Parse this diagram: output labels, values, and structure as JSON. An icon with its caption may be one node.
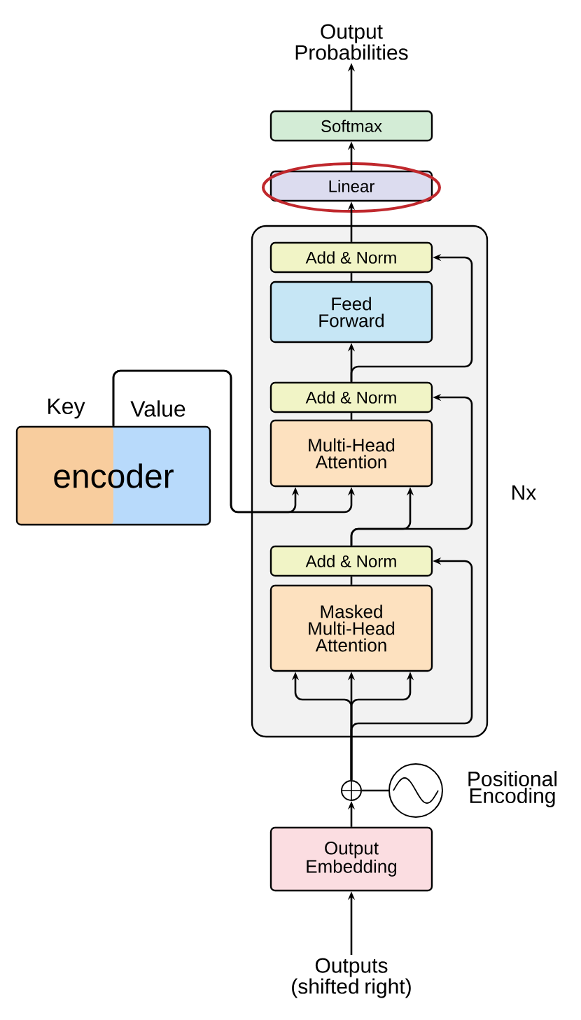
{
  "diagram": {
    "nodes": [
      {
        "text": [
          "Output Probabilities"
        ]
      },
      {
        "text": [
          "Softmax"
        ]
      },
      {
        "text": [
          "Linear"
        ]
      },
      {
        "text": [],
        "shape": "box",
        "beside": [
          "Nx"
        ]
      },
      {
        "text": [
          "Add & Norm"
        ],
        "in": 3
      },
      {
        "text": [
          "Feed Forward"
        ],
        "in": 3
      },
      {
        "text": [
          "Add & Norm"
        ],
        "in": 3
      },
      {
        "text": [
          "Multi-Head Attention"
        ],
        "in": 3
      },
      {
        "text": [
          "Add & Norm"
        ],
        "in": 3
      },
      {
        "text": [
          "Masked Multi-Head Attention"
        ],
        "in": 3
      },
      {
        "text": [
          "encoder"
        ],
        "beside": [
          "Key",
          "Value"
        ]
      },
      {
        "text": [],
        "shape": "circle"
      },
      {
        "text": [],
        "shape": "circle",
        "beside": [
          "Positional Encoding"
        ]
      },
      {
        "text": [
          "Output Embedding"
        ]
      },
      {
        "text": [
          "Outputs (shifted right)"
        ]
      }
    ],
    "edges": [
      {
        "from": 14,
        "to": 13,
        "arrow": "to"
      },
      {
        "from": 13,
        "to": 11,
        "arrow": "to"
      },
      {
        "from": 12,
        "to": 11,
        "arrow": "none"
      },
      {
        "from": 11,
        "to": 9,
        "arrow": "to"
      },
      {
        "from": 11,
        "to": 9,
        "arrow": "to"
      },
      {
        "from": 11,
        "to": 9,
        "arrow": "to"
      },
      {
        "from": 11,
        "to": 8,
        "arrow": "to"
      },
      {
        "from": 9,
        "to": 8,
        "arrow": "none"
      },
      {
        "from": 8,
        "to": 7,
        "arrow": "to"
      },
      {
        "from": 8,
        "to": 6,
        "arrow": "to"
      },
      {
        "from": 10,
        "to": 7,
        "arrow": "to"
      },
      {
        "from": 10,
        "to": 7,
        "arrow": "to"
      },
      {
        "from": 7,
        "to": 6,
        "arrow": "none"
      },
      {
        "from": 6,
        "to": 5,
        "arrow": "to"
      },
      {
        "from": 6,
        "to": 4,
        "arrow": "to"
      },
      {
        "from": 5,
        "to": 4,
        "arrow": "none"
      },
      {
        "from": 4,
        "to": 2,
        "arrow": "to"
      },
      {
        "from": 2,
        "to": 1,
        "arrow": "to"
      },
      {
        "from": 1,
        "to": 0,
        "arrow": "to"
      }
    ],
    "labels": []
  }
}
